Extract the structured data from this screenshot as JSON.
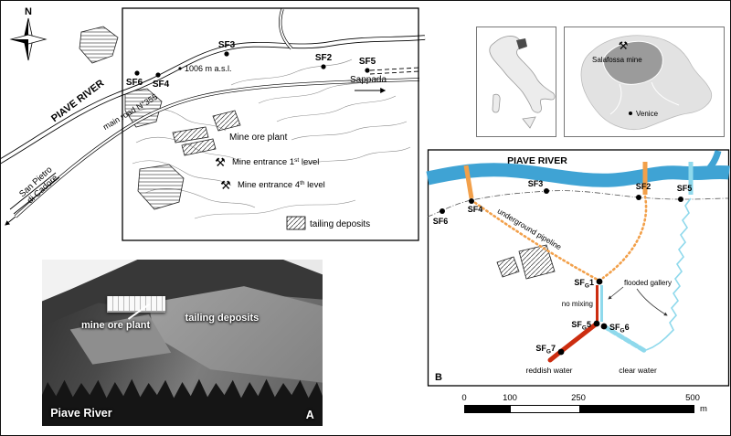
{
  "colors": {
    "river_blue": "#3fa3d4",
    "pipeline_orange": "#f2a04a",
    "reddish_water": "#cc2d10",
    "clear_water_blue": "#8fd9ec"
  },
  "compass": {
    "north": "N"
  },
  "sketch_map": {
    "river_label": "PIAVE RIVER",
    "elevation_label": "1006 m a.s.l.",
    "road_label": "main road N°355",
    "sappada_label": "Sappada",
    "san_pietro_line1": "San Pietro",
    "san_pietro_line2": "di Cadore",
    "mine_ore_plant_label": "Mine ore plant",
    "entrance1_pre": "Mine entrance 1",
    "entrance1_sup": "st",
    "entrance1_post": " level",
    "entrance4_pre": "Mine entrance 4",
    "entrance4_sup": "th",
    "entrance4_post": " level",
    "tailing_legend_label": "tailing deposits",
    "sf2": "SF2",
    "sf3": "SF3",
    "sf4": "SF4",
    "sf5": "SF5",
    "sf6": "SF6",
    "mine_icon": "⚒"
  },
  "photo": {
    "plant_label": "mine ore plant",
    "tailing_label": "tailing deposits",
    "river_label": "Piave River",
    "panel_letter": "A"
  },
  "insets": {
    "salafossa_label": "Salafossa mine",
    "venice_label": "Venice",
    "mine_icon": "⚒"
  },
  "panel_b": {
    "panel_letter": "B",
    "river_label": "PIAVE RIVER",
    "sf2": "SF2",
    "sf3": "SF3",
    "sf4": "SF4",
    "sf5": "SF5",
    "sf6": "SF6",
    "pipeline_label": "underground pipeline",
    "no_mixing_label": "no mixing",
    "flooded_gallery_label": "flooded gallery",
    "reddish_water_label": "reddish water",
    "clear_water_label": "clear water",
    "sfg_pre": "SF",
    "sfg_sub": "G",
    "sfg1_n": "1",
    "sfg5_n": "5",
    "sfg6_n": "6",
    "sfg7_n": "7"
  },
  "scale_bar": {
    "t0": "0",
    "t100": "100",
    "t250": "250",
    "t500": "500",
    "unit": "m"
  }
}
